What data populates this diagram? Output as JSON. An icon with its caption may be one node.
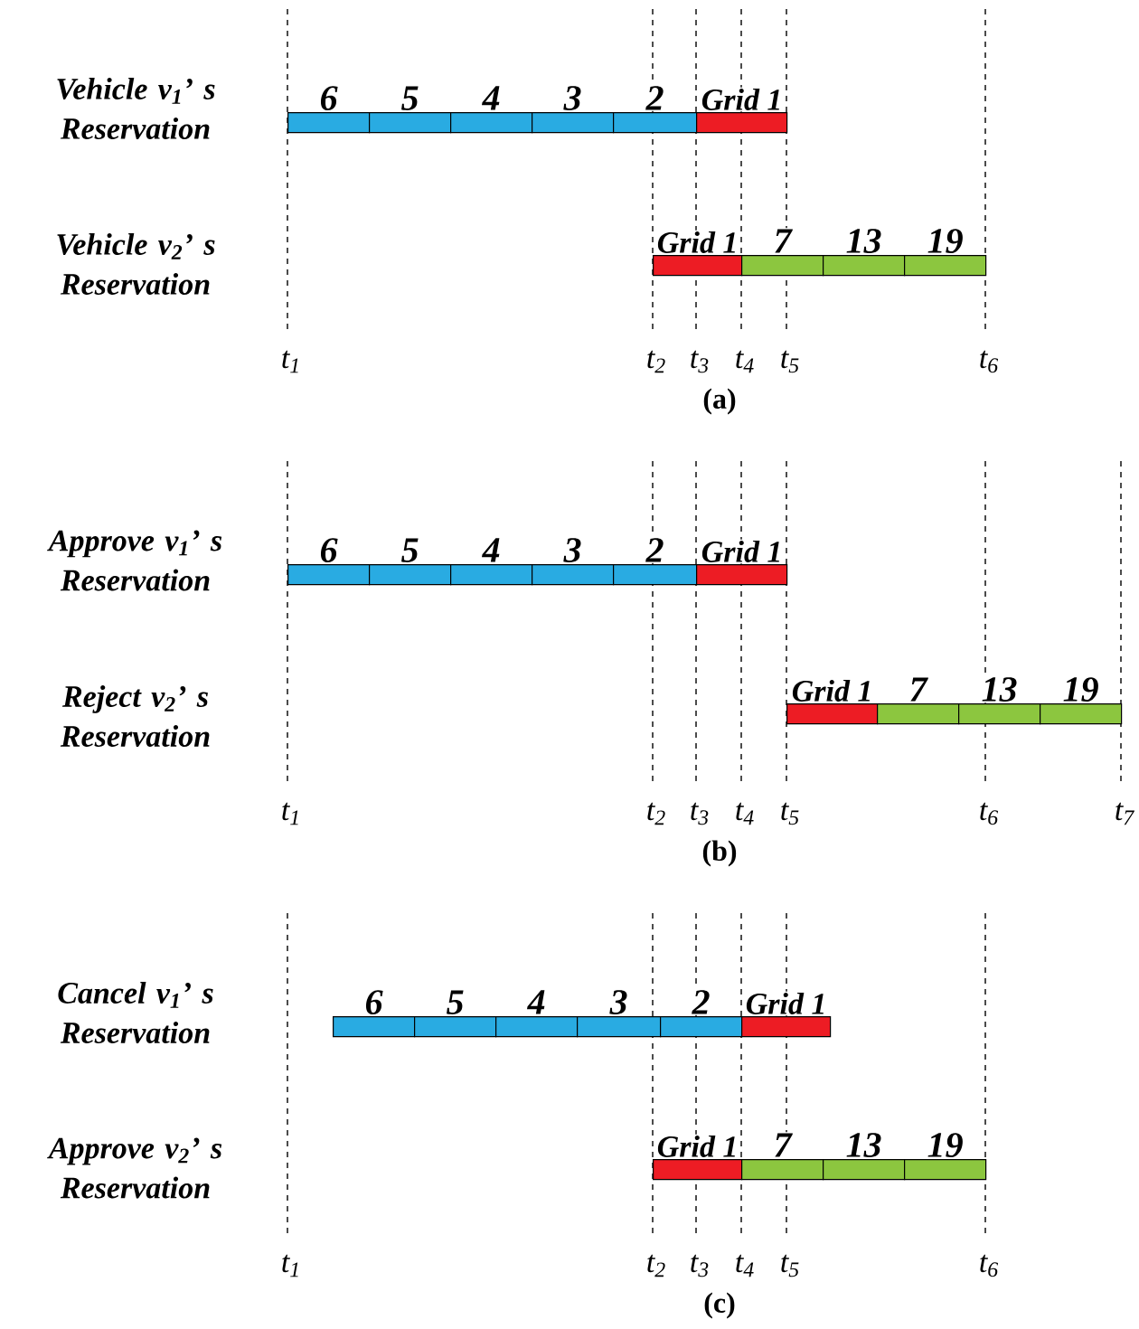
{
  "diagram": {
    "nodes": [
      {
        "text": [
          "6"
        ]
      },
      {
        "text": [
          "5"
        ]
      },
      {
        "text": [
          "4"
        ]
      },
      {
        "text": [
          "3"
        ]
      },
      {
        "text": [
          "2"
        ]
      },
      {
        "text": [
          "Grid 1"
        ]
      },
      {
        "text": [
          "Grid 1"
        ]
      },
      {
        "text": [
          "7"
        ]
      },
      {
        "text": [
          "13"
        ]
      },
      {
        "text": [
          "19"
        ]
      },
      {
        "text": [
          "6"
        ]
      },
      {
        "text": [
          "5"
        ]
      },
      {
        "text": [
          "4"
        ]
      },
      {
        "text": [
          "3"
        ]
      },
      {
        "text": [
          "2"
        ]
      },
      {
        "text": [
          "Grid 1"
        ]
      },
      {
        "text": [
          "Grid 1"
        ]
      },
      {
        "text": [
          "7"
        ]
      },
      {
        "text": [
          "13"
        ]
      },
      {
        "text": [
          "19"
        ]
      },
      {
        "text": [
          "6"
        ]
      },
      {
        "text": [
          "5"
        ]
      },
      {
        "text": [
          "4"
        ]
      },
      {
        "text": [
          "3"
        ]
      },
      {
        "text": [
          "2"
        ]
      },
      {
        "text": [
          "Grid 1"
        ]
      },
      {
        "text": [
          "Grid 1"
        ]
      },
      {
        "text": [
          "7"
        ]
      },
      {
        "text": [
          "13"
        ]
      },
      {
        "text": [
          "19"
        ]
      }
    ],
    "labels": [
      "Vehicle v$_{1}$’ s Reservation",
      "Vehicle v$_{2}$’ s Reservation",
      "t$_{1}$",
      "t$_{2}$",
      "t$_{3}$",
      "t$_{4}$",
      "t$_{5}$",
      "t$_{6}$",
      "(a)",
      "Approve v$_{1}$’ s Reservation",
      "Reject v$_{2}$’ s Reservation",
      "t$_{1}$",
      "t$_{2}$",
      "t$_{3}$",
      "t$_{4}$",
      "t$_{5}$",
      "t$_{6}$",
      "t$_{7}$",
      "(b)",
      "Cancel v$_{1}$’ s Reservation",
      "Approve v$_{2}$’ s Reservation",
      "t$_{1}$",
      "t$_{2}$",
      "t$_{3}$",
      "t$_{4}$",
      "t$_{5}$",
      "t$_{6}$",
      "(c)"
    ]
  }
}
